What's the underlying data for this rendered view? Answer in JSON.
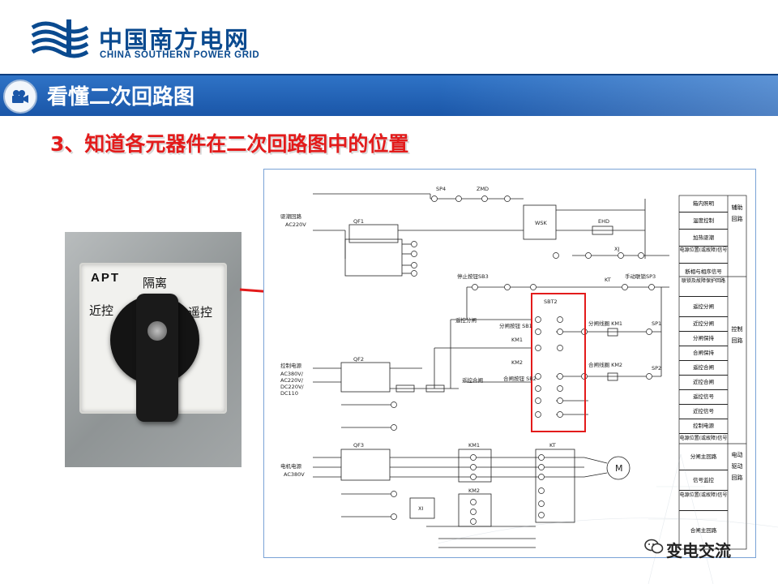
{
  "header": {
    "logo_cn": "中国南方电网",
    "logo_en": "CHINA SOUTHERN POWER GRID"
  },
  "title_bar": {
    "icon": "camera-icon",
    "title": "看懂二次回路图"
  },
  "subtitle": "3、知道各元器件在二次回路图中的位置",
  "photo": {
    "brand": "APT",
    "label_isolate": "隔离",
    "label_local": "近控",
    "label_remote": "遥控"
  },
  "diagram": {
    "left_labels": {
      "drive_circuit": "驱潮回路",
      "drive_voltage": "AC220V",
      "control_power": "控制电源",
      "control_voltages": "AC380V/",
      "control_v2": "AC220V/",
      "control_v3": "DC220V/",
      "control_v4": "DC110",
      "motor_power": "电机电源",
      "motor_voltage": "AC380V"
    },
    "components": {
      "qf1": "QF1",
      "qf2": "QF2",
      "qf3": "QF3",
      "sp4": "SP4",
      "zmd": "ZMD",
      "wsk": "WSK",
      "ehd": "EHD",
      "xj": "XJ",
      "kt": "KT",
      "km1": "KM1",
      "km2": "KM2",
      "sbt2": "SBT2",
      "sb3": "停止按钮SB3",
      "sp3": "手动联锁SP3",
      "remote_open": "遥控分闸",
      "remote_close": "遥控合闸",
      "open_btn": "分闸按钮 SB1",
      "close_btn": "合闸按钮 SB2",
      "open_coil": "分闸线圈 KM1",
      "close_coil": "合闸线圈 KM2",
      "sp1": "SP1",
      "sp2": "SP2",
      "motor": "M",
      "xi": "XI"
    },
    "right_table": {
      "group1": [
        "箱内照明",
        "温度控制",
        "加热驱潮",
        "电源位置(或故障)信号",
        "断相与相序信号"
      ],
      "group1_label": "辅助回路",
      "group2": [
        "联锁及故障保护回路",
        "遥控分闸",
        "近控分闸",
        "分闸保持",
        "合闸保持",
        "遥控合闸",
        "近控合闸",
        "遥控信号",
        "近控信号",
        "控制电源",
        "电源位置(或故障)信号"
      ],
      "group2_label": "控制回路",
      "group3": [
        "分闸主回路",
        "信号监控",
        "电源位置(或故障)信号",
        "合闸主回路"
      ],
      "group3_label": "电动驱动回路"
    }
  },
  "watermark": {
    "icon": "wechat-icon",
    "text": "变电交流"
  },
  "colors": {
    "brand_blue": "#0a4a8f",
    "title_bar": "#2366b8",
    "highlight_red": "#e31b1b"
  }
}
